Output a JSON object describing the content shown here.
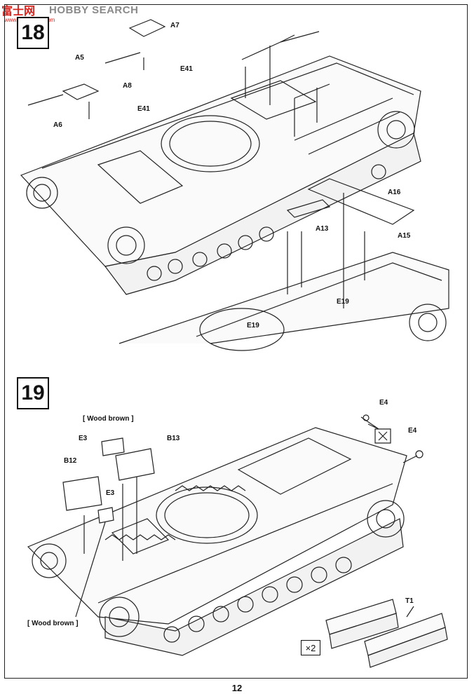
{
  "watermark": {
    "logo_text": "富士网",
    "brand": "HOBBY SEARCH",
    "url": "www.sinohobby.com"
  },
  "steps": [
    {
      "number": "18",
      "parts": [
        "A7",
        "A5",
        "E41",
        "A8",
        "E41",
        "A6",
        "A16",
        "A13",
        "A15",
        "E19",
        "E19"
      ]
    },
    {
      "number": "19",
      "paint_notes": [
        "[ Wood brown ]",
        "[ Wood brown ]"
      ],
      "parts": [
        "E4",
        "E3",
        "B13",
        "E4",
        "B12",
        "E3",
        "T1"
      ],
      "multiplier": "×2"
    }
  ],
  "page_number": "12"
}
